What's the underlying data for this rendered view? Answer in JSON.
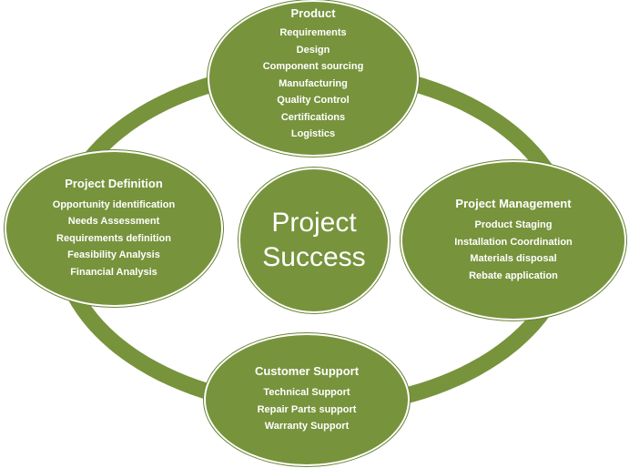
{
  "center": {
    "line1": "Project",
    "line2": "Success"
  },
  "nodes": {
    "product": {
      "title": "Product",
      "items": [
        "Requirements",
        "Design",
        "Component sourcing",
        "Manufacturing",
        "Quality Control",
        "Certifications",
        "Logistics"
      ]
    },
    "project_definition": {
      "title": "Project Definition",
      "items": [
        "Opportunity identification",
        "Needs Assessment",
        "Requirements definition",
        "Feasibility Analysis",
        "Financial Analysis"
      ]
    },
    "project_management": {
      "title": "Project Management",
      "items": [
        "Product Staging",
        "Installation Coordination",
        "Materials disposal",
        "Rebate application"
      ]
    },
    "customer_support": {
      "title": "Customer Support",
      "items": [
        "Technical Support",
        "Repair Parts support",
        "Warranty Support"
      ]
    }
  },
  "colors": {
    "fill": "#77933c",
    "text": "#ffffff",
    "ring": "#77933c"
  }
}
